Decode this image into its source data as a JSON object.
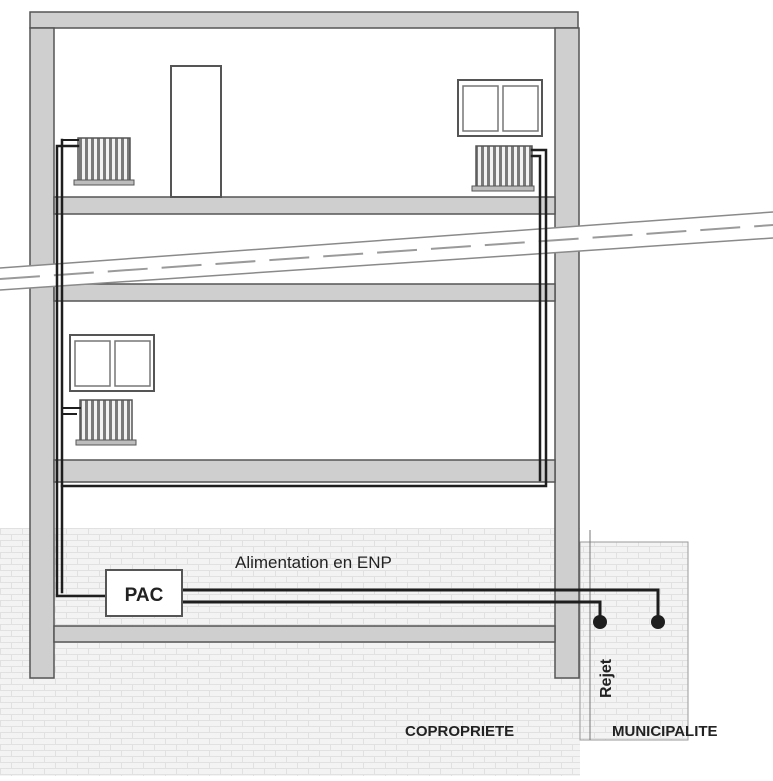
{
  "labels": {
    "supply": "Alimentation en ENP",
    "heat_pump": "PAC",
    "discharge": "Rejet",
    "left_zone": "COPROPRIETE",
    "right_zone": "MUNICIPALITE"
  },
  "colors": {
    "wall_fill": "#cfcfcf",
    "outline": "#555555",
    "pipe": "#1e1e1e",
    "ground_fill": "#f3f3f3",
    "ground_grid": "#e1e1e1",
    "background": "#ffffff"
  }
}
